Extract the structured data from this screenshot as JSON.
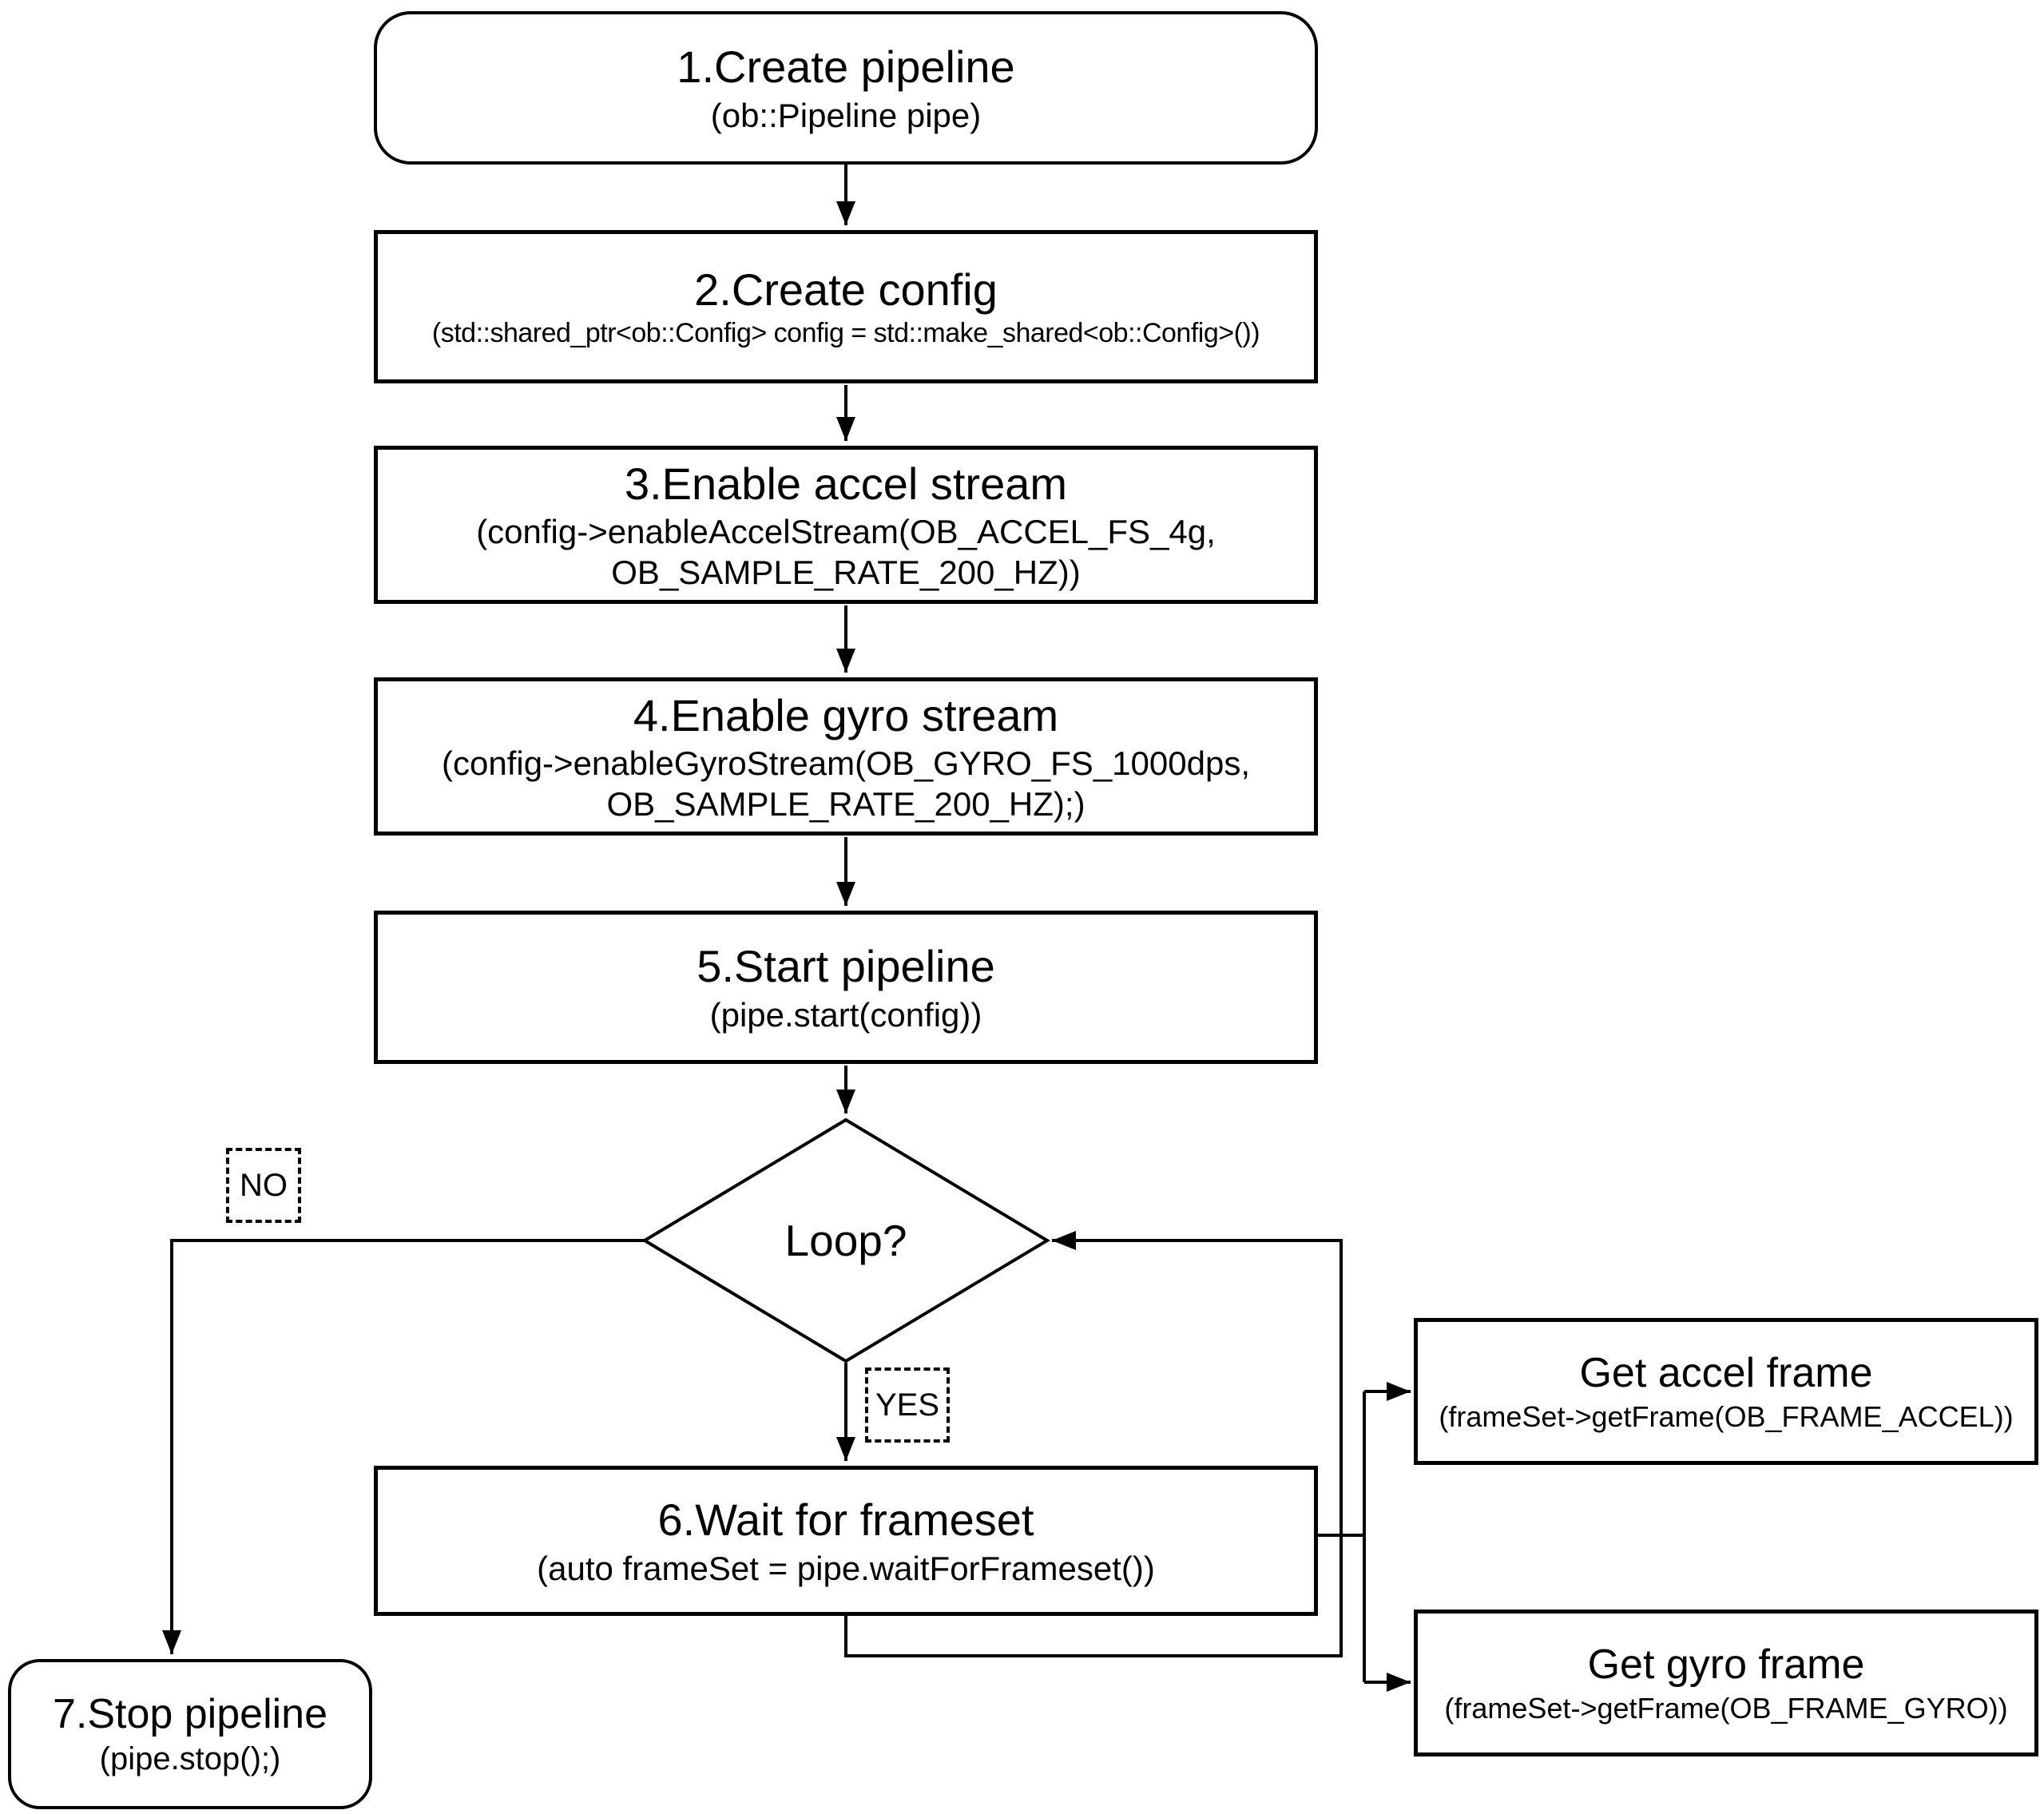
{
  "nodes": {
    "create_pipeline": {
      "title": "1.Create pipeline",
      "subtitle": "(ob::Pipeline pipe)"
    },
    "create_config": {
      "title": "2.Create config",
      "subtitle": "(std::shared_ptr<ob::Config> config = std::make_shared<ob::Config>())"
    },
    "enable_accel_stream": {
      "title": "3.Enable accel stream",
      "subtitle_lines": [
        "(config->enableAccelStream(OB_ACCEL_FS_4g,",
        "OB_SAMPLE_RATE_200_HZ))"
      ]
    },
    "enable_gyro_stream": {
      "title": "4.Enable gyro stream",
      "subtitle_lines": [
        "(config->enableGyroStream(OB_GYRO_FS_1000dps,",
        "OB_SAMPLE_RATE_200_HZ);)"
      ]
    },
    "start_pipeline": {
      "title": "5.Start pipeline",
      "subtitle": "(pipe.start(config))"
    },
    "loop_decision": {
      "title": "Loop?"
    },
    "wait_for_frameset": {
      "title": "6.Wait for frameset",
      "subtitle": "(auto frameSet = pipe.waitForFrameset())"
    },
    "stop_pipeline": {
      "title": "7.Stop pipeline",
      "subtitle": "(pipe.stop();)"
    },
    "get_accel_frame": {
      "title": "Get accel frame",
      "subtitle": "(frameSet->getFrame(OB_FRAME_ACCEL))"
    },
    "get_gyro_frame": {
      "title": "Get gyro frame",
      "subtitle": "(frameSet->getFrame(OB_FRAME_GYRO))"
    }
  },
  "edge_labels": {
    "no": "NO",
    "yes": "YES"
  },
  "colors": {
    "stroke": "#000000",
    "background": "#ffffff",
    "text": "#000000"
  }
}
